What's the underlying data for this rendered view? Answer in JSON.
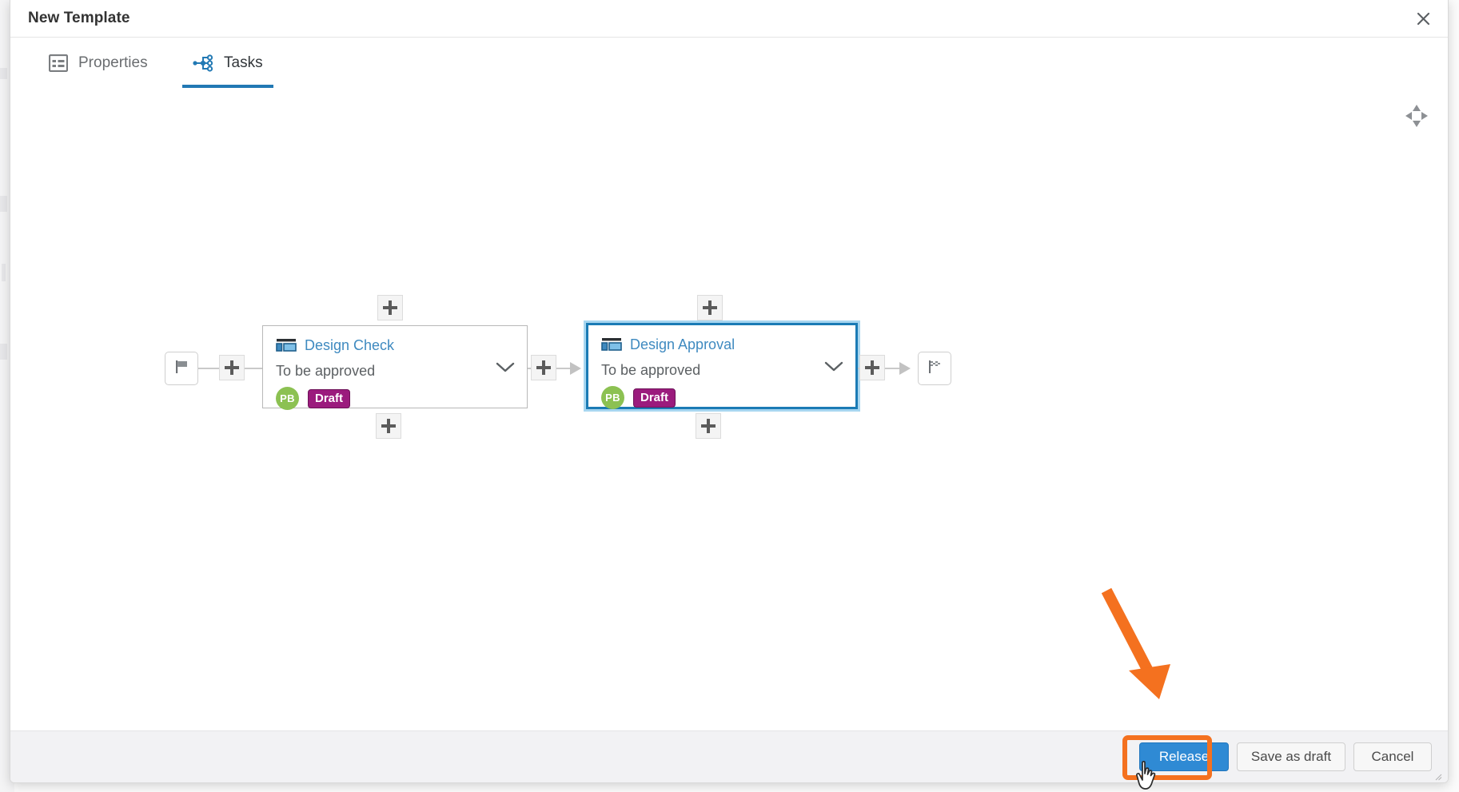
{
  "dialog": {
    "title": "New Template",
    "close_icon": "close-icon"
  },
  "tabs": [
    {
      "label": "Properties",
      "icon": "list-properties-icon",
      "active": false
    },
    {
      "label": "Tasks",
      "icon": "task-tree-icon",
      "active": true
    }
  ],
  "canvas": {
    "pan_icon": "pan-move-icon",
    "start_icon": "start-flag-icon",
    "end_icon": "finish-flag-icon",
    "add_label": "+"
  },
  "nodes": [
    {
      "title": "Design Check",
      "status": "To be approved",
      "avatar_initials": "PB",
      "badge": "Draft",
      "selected": false,
      "type_icon": "task-form-icon",
      "chevron_icon": "chevron-down-icon"
    },
    {
      "title": "Design Approval",
      "status": "To be approved",
      "avatar_initials": "PB",
      "badge": "Draft",
      "selected": true,
      "type_icon": "task-form-icon",
      "chevron_icon": "chevron-down-icon"
    }
  ],
  "footer": {
    "release": "Release",
    "save_as_draft": "Save as draft",
    "cancel": "Cancel"
  },
  "colors": {
    "accent_blue": "#2f8ad4",
    "selected_border": "#1b7bb5",
    "avatar_green": "#8cc152",
    "badge_purple": "#9b1b7d",
    "annotation_orange": "#f4711f",
    "footer_grey": "#f2f2f4"
  },
  "annotations": {
    "arrow": "orange-arrow-pointing-to-release",
    "highlight": "orange-highlight-around-release",
    "cursor": "hand-cursor-on-release"
  }
}
